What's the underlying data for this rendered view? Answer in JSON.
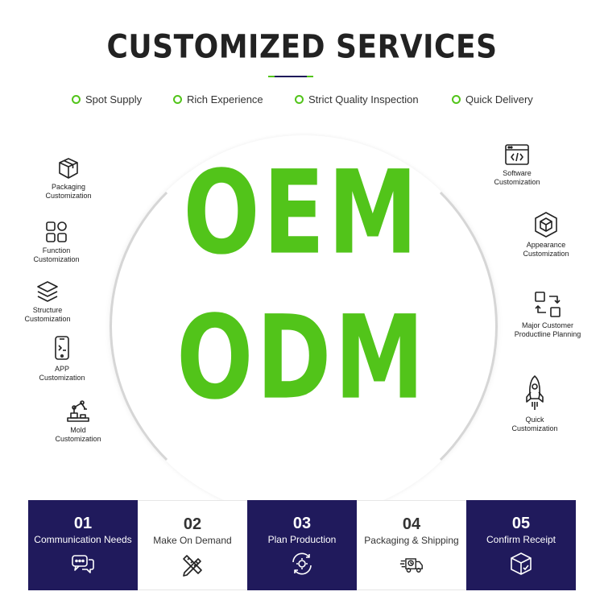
{
  "header": {
    "title": "CUSTOMIZED SERVICES"
  },
  "features": [
    "Spot Supply",
    "Rich Experience",
    "Strict Quality Inspection",
    "Quick Delivery"
  ],
  "center": {
    "line1": "OEM",
    "line2": "ODM"
  },
  "left_items": [
    {
      "line1": "Packaging",
      "line2": "Customization",
      "icon": "box-icon"
    },
    {
      "line1": "Function",
      "line2": "Customization",
      "icon": "grid-icon"
    },
    {
      "line1": "Structure",
      "line2": "Customization",
      "icon": "layers-icon"
    },
    {
      "line1": "APP",
      "line2": "Customization",
      "icon": "phone-icon"
    },
    {
      "line1": "Mold",
      "line2": "Customization",
      "icon": "robot-arm-icon"
    }
  ],
  "right_items": [
    {
      "line1": "Software",
      "line2": "Customization",
      "icon": "code-window-icon"
    },
    {
      "line1": "Appearance",
      "line2": "Customization",
      "icon": "cube-icon"
    },
    {
      "line1": "Major Customer",
      "line2": "Productline Planning",
      "icon": "cycle-icon"
    },
    {
      "line1": "Quick",
      "line2": "Customization",
      "icon": "rocket-icon"
    }
  ],
  "steps": [
    {
      "num": "01",
      "label": "Communication Needs",
      "theme": "dark",
      "icon": "chat-icon"
    },
    {
      "num": "02",
      "label": "Make On Demand",
      "theme": "light",
      "icon": "pencil-ruler-icon"
    },
    {
      "num": "03",
      "label": "Plan Production",
      "theme": "dark",
      "icon": "gear-cycle-icon"
    },
    {
      "num": "04",
      "label": "Packaging & Shipping",
      "theme": "light",
      "icon": "truck-icon"
    },
    {
      "num": "05",
      "label": "Confirm Receipt",
      "theme": "dark",
      "icon": "package-check-icon"
    }
  ],
  "colors": {
    "accent": "#52c41a",
    "navy": "#201a5c",
    "text": "#222222"
  }
}
